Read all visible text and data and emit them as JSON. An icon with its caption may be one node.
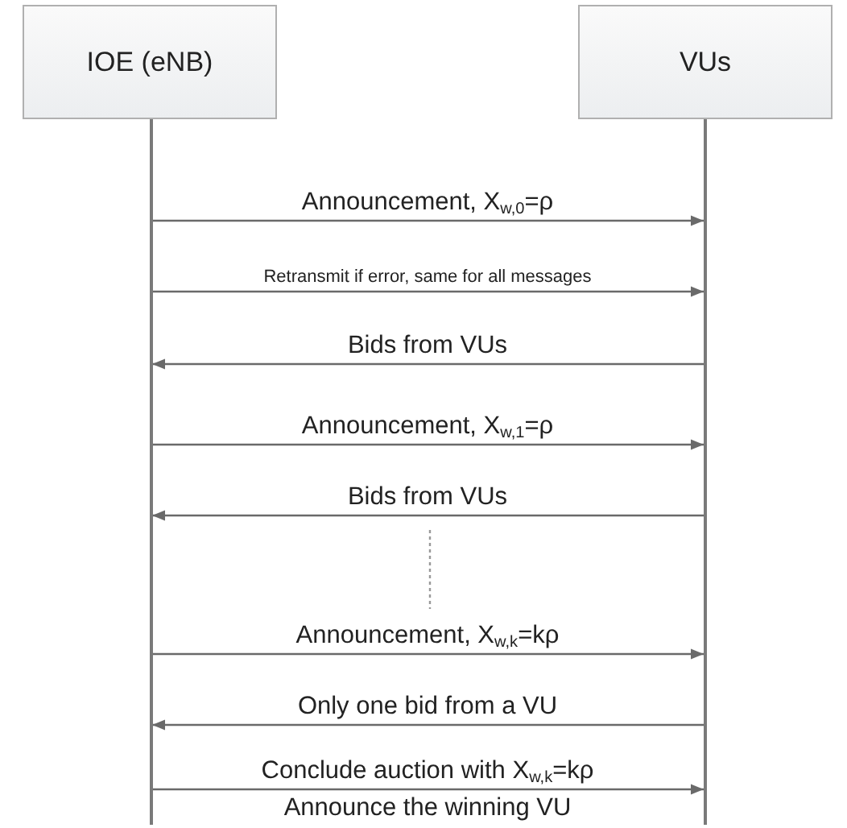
{
  "diagram": {
    "nodes": [
      {
        "text": [
          "IOE (eNB)"
        ]
      },
      {
        "text": [
          "VUs"
        ]
      },
      {
        "text": [],
        "shape": "line"
      },
      {
        "text": [],
        "shape": "line"
      }
    ],
    "edges": [
      {
        "from": 2,
        "to": 3,
        "arrow": "to",
        "label": "Announcement, X$_{w,0}$=ρ"
      },
      {
        "from": 2,
        "to": 3,
        "arrow": "to",
        "label": "Retransmit if error, same for all messages"
      },
      {
        "from": 3,
        "to": 2,
        "arrow": "to",
        "label": "Bids from VUs"
      },
      {
        "from": 2,
        "to": 3,
        "arrow": "to",
        "label": "Announcement, X$_{w,1}$=ρ"
      },
      {
        "from": 3,
        "to": 2,
        "arrow": "to",
        "label": "Bids from VUs"
      },
      {
        "from": 2,
        "to": 3,
        "arrow": "to",
        "label": "Announcement, X$_{w,k}$=kρ"
      },
      {
        "from": 3,
        "to": 2,
        "arrow": "to",
        "label": "Only one bid from a VU"
      },
      {
        "from": 2,
        "to": 3,
        "arrow": "to",
        "label": "Conclude auction with X$_{w,k}$=kρ"
      }
    ],
    "labels": [
      "Announce the winning VU"
    ]
  }
}
